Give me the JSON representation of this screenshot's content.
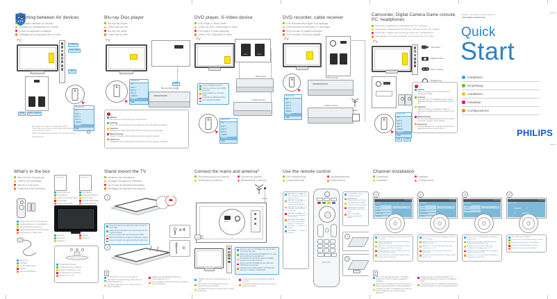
{
  "cover": {
    "register_line1": "Register your product and get support at",
    "register_line2": "www.philips.com/welcome",
    "quick": "Quick",
    "start": "Start",
    "languages": [
      {
        "c": "#29aae1",
        "t": "Installation"
      },
      {
        "c": "#76b82a",
        "t": "Einstellung"
      },
      {
        "c": "#f2c500",
        "t": "Installation"
      },
      {
        "c": "#e5007d",
        "t": "Installatie"
      },
      {
        "c": "#f08a00",
        "t": "Configurazione"
      }
    ],
    "brand": "PHILIPS"
  },
  "source_list": {
    "title": "Source list",
    "items": [
      "TV",
      "EXT 1",
      "EXT 2",
      "EXT 3",
      "HDMI 1",
      "HDMI 2",
      "Side"
    ]
  },
  "av": {
    "title": "Switching between AV devices",
    "langs": [
      {
        "c": "#76b82a",
        "t": "Umschalten zwischen AV-Geräten"
      },
      {
        "c": "#f2c500",
        "t": "Passage d'un périphérique AV à l'autre"
      },
      {
        "c": "#e5007d",
        "t": "Tussen AV-apparaten schakelen"
      },
      {
        "c": "#f08a00",
        "t": "Passaggio da un dispositivo AV a un altro"
      }
    ],
    "tv_label": "TV",
    "port_chips": [
      "S-VIDEO",
      "SIDE HDMI",
      "YPbPr"
    ],
    "rear_chips": [
      "HDMI",
      "EXT 1 · EXT 2"
    ],
    "legal_line1": "Specifications are subject to change without notice.",
    "legal_line2": "Trademarks are the property of Koninklijke Philips Electronics N.V. or their respective owners.",
    "legal_line3": "2008 © Koninklijke Philips Electronics N.V. All rights reserved.",
    "site": "www.philips.com"
  },
  "bluray": {
    "title": "Blu-ray Disc player",
    "langs": [
      {
        "c": "#76b82a",
        "t": "Blu-ray Disc-Player"
      },
      {
        "c": "#f2c500",
        "t": "Lecteur Blu-ray Disc"
      },
      {
        "c": "#e5007d",
        "t": "Blu-ray Disc-speler"
      },
      {
        "c": "#f08a00",
        "t": "Lettore Blu-ray Disc"
      }
    ],
    "tv_label": "TV",
    "hdmi_chip": "HDMI",
    "device_label": "Blu-ray Disc player",
    "notes": [
      {
        "c": "#29aae1",
        "h": "Caution",
        "t": "Disconnect the mains before you connect devices."
      },
      {
        "c": "#76b82a",
        "h": "Achtung",
        "t": "Ziehen Sie den Netzstecker aus der Steckdose, bevor Sie Geräte anschließen."
      },
      {
        "c": "#f2c500",
        "h": "Attention",
        "t": "Débranchez le câble d'alimentation avant de connecter les périphériques."
      },
      {
        "c": "#e5007d",
        "h": "Waarschuwing",
        "t": "Haal de TV-stekker uit het stopcontact voordat u apparaten aansluit."
      },
      {
        "c": "#f08a00",
        "h": "Attenzione",
        "t": "Scollegare il cavo di alimentazione del televisore prima di collegare i dispositivi."
      }
    ]
  },
  "dvd": {
    "title": "DVD player, S-Video device",
    "langs": [
      {
        "c": "#76b82a",
        "t": "DVD-Player, S-Video-Gerät"
      },
      {
        "c": "#f2c500",
        "t": "Lecteur de DVD, Périphérique S-Video"
      },
      {
        "c": "#e5007d",
        "t": "DVD-speler, S-Video-apparaat"
      },
      {
        "c": "#f08a00",
        "t": "Lettore DVD, Dispositivo S-Video"
      }
    ],
    "tv_label": "TV",
    "ext1": "EXT 1",
    "ext2": "EXT 2",
    "device1": "DVD player",
    "device2": "S-Video device",
    "hdmi_notes": [
      {
        "c": "#29aae1",
        "t": "Or use an HDMI connection"
      },
      {
        "c": "#76b82a",
        "t": "Oder Sie verwenden einen HDMI-Anschluss"
      },
      {
        "c": "#f2c500",
        "t": "Ou bien utilisez une connexion HDMI"
      },
      {
        "c": "#e5007d",
        "t": "Of gebruik een HDMI-aansluiting"
      },
      {
        "c": "#f08a00",
        "t": "O un collegamento HDMI"
      }
    ]
  },
  "recorder": {
    "title": "DVD recorder, cable receiver",
    "langs": [
      {
        "c": "#76b82a",
        "t": "DVD-Recorder und Digital-TV-Empfänger"
      },
      {
        "c": "#f2c500",
        "t": "DVD-Recorder et Récepteur TV numérique"
      },
      {
        "c": "#e5007d",
        "t": "DVD-recorder en digitale ontvanger"
      },
      {
        "c": "#f08a00",
        "t": "DVD recorder e Ricevitore digitale"
      }
    ],
    "tv_label": "TV",
    "device1": "DVD recorder",
    "device2": "Cable receiver",
    "cable_label": "Cable"
  },
  "camcorder": {
    "title_line1": "Camcorder, Digital Camera Game console,",
    "title_line2": "PC, headphones",
    "langs": [
      {
        "c": "#76b82a",
        "t": "Camcorder, Digitalkamera, Spielekonsole, PC, Kopfhörer"
      },
      {
        "c": "#f2c500",
        "t": "Caméscope, Appareil photo numérique, Console de jeux, PC, casque"
      },
      {
        "c": "#e5007d",
        "t": "Camcorder, Digitale camera, Gameconsole, PC, hoofdtelefoons"
      },
      {
        "c": "#f08a00",
        "t": "Videocamera, Fotocamera digitale, Console di gioco, PC, cuffie"
      }
    ],
    "tv_label": "TV",
    "devices": [
      "Camcorder",
      "Digital Camera",
      "Game console",
      "Headphones"
    ],
    "side_chips": [
      "Side",
      "HDMI"
    ],
    "notes": [
      {
        "c": "#29aae1",
        "h": "Caution",
        "t": "Before connecting a PC, set the PC monitor refresh rate to 60Hz."
      },
      {
        "c": "#76b82a",
        "h": "Achtung",
        "t": "Bevor Sie einen PC anschließen, stellen Sie die Bildwiederholfrequenz des PC-Monitors auf 60 Hz ein."
      },
      {
        "c": "#f2c500",
        "h": "Attention",
        "t": "Avant de connecter un ordinateur, réglez la fréquence de rafraîchissement du moniteur sur 60 Hz."
      },
      {
        "c": "#e5007d",
        "h": "Waarschuwing",
        "t": "Stel de vernieuwingsfrequentie van de PC-monitor in op 60 Hz voordat u de PC aansluit."
      },
      {
        "c": "#f08a00",
        "h": "Attenzione",
        "t": "Prima di collegare il PC, impostare la frequenza di aggiornamento del monitor su 60 Hz."
      }
    ]
  },
  "box": {
    "title": "What's in the box",
    "langs": [
      {
        "c": "#76b82a",
        "t": "Was ist in der Verpackung"
      },
      {
        "c": "#f2c500",
        "t": "Contenu de l'emballage"
      },
      {
        "c": "#e5007d",
        "t": "Wat zit er in de doos"
      },
      {
        "c": "#f08a00",
        "t": "Contenuto della confezione"
      }
    ],
    "qsg_cover": "Quick Start",
    "manual_cover": "User Manual",
    "qsg_labels": [
      {
        "c": "#29aae1",
        "t": "Quick Start Guide"
      },
      {
        "c": "#76b82a",
        "t": "Kurzanleitung"
      },
      {
        "c": "#f2c500",
        "t": "Guide de démarrage rapide"
      },
      {
        "c": "#e5007d",
        "t": "Snelstartgids"
      },
      {
        "c": "#f08a00",
        "t": "Guida di avvio rapido"
      }
    ],
    "manual_labels": [
      {
        "c": "#29aae1",
        "t": "User Manual"
      },
      {
        "c": "#76b82a",
        "t": "Bedienungsanleitung"
      },
      {
        "c": "#f2c500",
        "t": "Mode d'emploi"
      },
      {
        "c": "#e5007d",
        "t": "Gebruikershandleiding"
      },
      {
        "c": "#f08a00",
        "t": "Manuale dell'utente"
      }
    ],
    "remote_labels": [
      {
        "c": "#29aae1",
        "t": "Remote control and 2 x AAA batteries"
      },
      {
        "c": "#76b82a",
        "t": "Fernbedienung und 2 x AAA-Batterien"
      },
      {
        "c": "#f2c500",
        "t": "Télécommande et 2 piles AAA"
      },
      {
        "c": "#e5007d",
        "t": "Afstandsbediening met 2 AAA-batterijen"
      },
      {
        "c": "#f08a00",
        "t": "Telecomando e 2 batterie AAA"
      }
    ],
    "tv_labels_col1": [
      {
        "c": "#29aae1",
        "t": "Television"
      },
      {
        "c": "#76b82a",
        "t": "Fernseher"
      },
      {
        "c": "#f2c500",
        "t": "Téléviseur"
      }
    ],
    "tv_labels_col2": [
      {
        "c": "#e5007d",
        "t": "Televisie"
      },
      {
        "c": "#f08a00",
        "t": "Televisore"
      }
    ],
    "cord_labels": [
      {
        "c": "#29aae1",
        "t": "Mains cord"
      },
      {
        "c": "#76b82a",
        "t": "Netzkabel"
      },
      {
        "c": "#f2c500",
        "t": "Cordon d'alimentation"
      },
      {
        "c": "#e5007d",
        "t": "Netsnoer"
      },
      {
        "c": "#f08a00",
        "t": "Cavo di alimentazione"
      }
    ],
    "stand_labels": [
      {
        "c": "#29aae1",
        "t": "TV stand and 4 screws"
      },
      {
        "c": "#76b82a",
        "t": "TV-Standfuß und 4 Schrauben"
      },
      {
        "c": "#f2c500",
        "t": "Support du téléviseur et 4 vis"
      },
      {
        "c": "#e5007d",
        "t": "TV-standaard en 4 schroeven"
      },
      {
        "c": "#f08a00",
        "t": "Supporto TV e 4 viti"
      }
    ]
  },
  "stand": {
    "title": "Stand mount the TV",
    "langs": [
      {
        "c": "#76b82a",
        "t": "Montieren des Standfußes"
      },
      {
        "c": "#f2c500",
        "t": "Montage du support du téléviseur"
      },
      {
        "c": "#e5007d",
        "t": "De TV aan de standaard bevestigen"
      },
      {
        "c": "#f08a00",
        "t": "Montaggio del televisore sul supporto"
      }
    ],
    "step1": "1",
    "step2": "2",
    "screws": "x 4",
    "notes": [
      {
        "c": "#29aae1",
        "t": "Insert the stand into the slots on the bottom of the TV until it locks"
      },
      {
        "c": "#76b82a",
        "t": "Setzen Sie den Standfuß in die Aussparungen ein, bis er hörbar einrastet"
      },
      {
        "c": "#f2c500",
        "t": "Insérez le support dans les fentes jusqu'au déclic"
      },
      {
        "c": "#e5007d",
        "t": "Schuif de standaard in de sleuven totdat deze vastklikt"
      },
      {
        "c": "#f08a00",
        "t": "Inserire il supporto nelle apposite guide fino allo scatto"
      }
    ],
    "bottom_col1": [
      {
        "c": "#29aae1",
        "t": "To wall mount TV, refer to the User Manual."
      },
      {
        "c": "#76b82a",
        "t": "Informationen zur Wandmontage finden Sie in der Bedienungsanleitung."
      },
      {
        "c": "#f2c500",
        "t": "Pour fixer le téléviseur au mur, reportez-vous au manuel d'utilisation."
      }
    ],
    "bottom_col2": [
      {
        "c": "#e5007d",
        "t": "Raadpleeg de gebruikershandleiding voor wandmontage van de TV."
      },
      {
        "c": "#f08a00",
        "t": "Per il montaggio a parete del televisore, consultare il manuale dell'utente."
      }
    ]
  },
  "mains": {
    "title": "Connect the mains and antenna*",
    "langs_col1": [
      {
        "c": "#76b82a",
        "t": "Stromversorgung und Antenne"
      },
      {
        "c": "#f2c500",
        "t": "Alimentation et antenne"
      }
    ],
    "langs_col2": [
      {
        "c": "#e5007d",
        "t": "Snoeren en antenne"
      },
      {
        "c": "#f08a00",
        "t": "Alimentazione e antenna"
      }
    ],
    "cable_label": "Cable",
    "ac_label": "AC IN",
    "ant_label": "75Ω",
    "notes": [
      {
        "c": "#29aae1",
        "t": "Insert the mains cord (POWER) only after all other connections are made"
      },
      {
        "c": "#76b82a",
        "t": "Stecken Sie das Netzkabel (POWER) erst ein, wenn alle Verbindungen hergestellt sind"
      },
      {
        "c": "#f2c500",
        "t": "Ne branchez le cordon d'alimentation (POWER) qu'après tous les raccordements"
      },
      {
        "c": "#e5007d",
        "t": "Sluit het netsnoer (POWER) pas aan nadat alle verbindingen zijn gemaakt"
      },
      {
        "c": "#f08a00",
        "t": "Collegare il cavo di alimentazione (POWER) solo dopo aver completato i collegamenti"
      }
    ],
    "bottom_col1": [
      {
        "c": "#29aae1",
        "t": "* Position of the AC IN socket according to TV model."
      },
      {
        "c": "#76b82a",
        "t": "* Die Position der AC IN-Buchse ist je nach Fernsehmodell unterschiedlich."
      },
      {
        "c": "#f2c500",
        "t": "* La position de la prise AC IN varie selon le modèle de téléviseur."
      }
    ],
    "bottom_col2": [
      {
        "c": "#e5007d",
        "t": "* Locatie van de AC IN-aansluiting verschilt per TV-model."
      },
      {
        "c": "#f08a00",
        "t": "* La posizione della presa AC IN varia in base al modello di televisore."
      }
    ]
  },
  "remote": {
    "title": "Use the remote control",
    "langs_col1": [
      {
        "c": "#76b82a",
        "t": "Die Fernbedienung"
      },
      {
        "c": "#f2c500",
        "t": "La télécommande"
      }
    ],
    "langs_col2": [
      {
        "c": "#e5007d",
        "t": "Afstandsbediening"
      },
      {
        "c": "#f08a00",
        "t": "Il telecomando"
      }
    ],
    "left_notes": [
      {
        "c": "#29aae1",
        "t": "NAVIGATION ▲▼◀▶ and OK: navigate the menus and confirm a choice"
      },
      {
        "c": "#76b82a",
        "t": "NAVIGATION ▲▼◀▶ und OK: durch die Menüs navigieren und bestätigen"
      },
      {
        "c": "#f2c500",
        "t": "NAVIGATION ▲▼◀▶ et OK : naviguer dans les menus et confirmer"
      },
      {
        "c": "#e5007d",
        "t": "NAVIGATIE ▲▼◀▶ en OK: door de menu's navigeren en bevestigen"
      },
      {
        "c": "#f08a00",
        "t": "NAVIGAZIONE ▲▼◀▶ e OK: consente di spostarsi nei menu e confermare"
      },
      {
        "c": "#29aae1",
        "t": "VOLUME + / − : adjust the volume"
      },
      {
        "c": "#29aae1",
        "t": "PROGRAM + / − : switch TV channels"
      }
    ],
    "right_notes": [
      {
        "c": "#29aae1",
        "t": "COLOUR KEYS: direct selection of options"
      },
      {
        "c": "#76b82a",
        "t": "FARBTASTEN: Direktauswahl von Optionen"
      },
      {
        "c": "#f2c500",
        "t": "TOUCHES DE COULEUR : sélection directe des options"
      },
      {
        "c": "#e5007d",
        "t": "GEKLEURDE TOETSEN: rechtstreekse selectie van opties"
      },
      {
        "c": "#f08a00",
        "t": "TASTI COLORATI: selezione diretta delle opzioni"
      }
    ],
    "brand": "PHILIPS",
    "battery_step1": "1",
    "battery_step2": "2"
  },
  "channels": {
    "title": "Channel installation",
    "langs_col1": [
      {
        "c": "#76b82a",
        "t": "Einstellung"
      },
      {
        "c": "#f2c500",
        "t": "Installation"
      }
    ],
    "langs_col2": [
      {
        "c": "#e5007d",
        "t": "Installatie"
      },
      {
        "c": "#f08a00",
        "t": "Configurazione"
      }
    ],
    "brand": "PHILIPS",
    "steps": [
      {
        "num": "1",
        "menu_title": "Country",
        "menu_rows": [
          "Austria",
          "Belgium",
          "Croatia",
          "Czech Rep.",
          "Denmark",
          "Finland"
        ],
        "menu_hint": "Press OK to continue",
        "bullets": [
          {
            "c": "#29aae1",
            "t": "Press Menu to select your country and press OK to continue."
          },
          {
            "c": "#76b82a",
            "t": "Wählen Sie mit Menu Ihr Land aus und drücken Sie anschließend OK."
          },
          {
            "c": "#f2c500",
            "t": "Appuyez sur Menu pour sélectionner votre pays, puis appuyez sur OK pour continuer."
          },
          {
            "c": "#e5007d",
            "t": "Druk op Menu om uw land te selecteren en druk op OK om verder te gaan."
          },
          {
            "c": "#f08a00",
            "t": "Premere Menu per selezionare il paese, quindi premere OK per continuare."
          }
        ]
      },
      {
        "num": "2",
        "menu_title": "Language",
        "menu_rows": [
          "English",
          "Deutsch",
          "Français",
          "Nederlands",
          "Italiano",
          "Español"
        ],
        "menu_hint": "Press OK to continue",
        "bullets": [
          {
            "c": "#29aae1",
            "t": "Press ▲ or ▼ to select your language and press OK to continue."
          },
          {
            "c": "#76b82a",
            "t": "Wählen Sie mit ▲ oder ▼ Ihre Sprache aus und drücken Sie OK."
          },
          {
            "c": "#f2c500",
            "t": "Appuyez sur ▲ ou ▼ pour sélectionner votre langue, puis sur OK."
          },
          {
            "c": "#e5007d",
            "t": "Druk op ▲ of ▼ om uw taal te selecteren en druk op OK."
          },
          {
            "c": "#f08a00",
            "t": "Premere ▲ o ▼ per selezionare la lingua, quindi premere OK."
          }
        ]
      },
      {
        "num": "3",
        "menu_title": "Installation",
        "menu_rows": [
          "Language",
          "Country",
          "Channels"
        ],
        "menu_hint": "Automatic installation",
        "bullets": [
          {
            "c": "#29aae1",
            "t": "Press ▲ or ▼ to select Automatic installation and press OK."
          },
          {
            "c": "#76b82a",
            "t": "Wählen Sie mit ▲ oder ▼ die automatische Einstellung und drücken Sie OK."
          },
          {
            "c": "#f2c500",
            "t": "Appuyez sur ▲ ou ▼ pour sélectionner l'installation automatique, puis sur OK."
          },
          {
            "c": "#e5007d",
            "t": "Druk op ▲ of ▼ om automatische installatie te selecteren en druk op OK."
          },
          {
            "c": "#f08a00",
            "t": "Premere ▲ o ▼ per selezionare l'installazione automatica e premere OK."
          }
        ]
      },
      {
        "num": "4",
        "menu_title": "Auto. install",
        "progress_label": "Progress",
        "progress_value": "2",
        "found_label": "TV",
        "found_value": "Searching",
        "bullets": [
          {
            "c": "#29aae1",
            "t": "Press OK to start installation."
          },
          {
            "c": "#76b82a",
            "t": "Drücken Sie OK, um die Einstellung zu starten."
          },
          {
            "c": "#f2c500",
            "t": "Appuyez sur OK pour lancer l'installation."
          },
          {
            "c": "#e5007d",
            "t": "Druk op OK om de installatie te starten."
          },
          {
            "c": "#f08a00",
            "t": "Premere OK per avviare l'installazione."
          }
        ]
      }
    ],
    "bottom_col1": [
      {
        "c": "#29aae1",
        "t": "Refer to the User Manual section 7.3 Installing channels for the list of countries available for installation."
      },
      {
        "c": "#76b82a",
        "t": "Eine Liste der verfügbaren Länder finden Sie in der Bedienungsanleitung unter 7.3 Senderinstallation."
      },
      {
        "c": "#f2c500",
        "t": "Consultez la section 7.3 Installation des chaînes du manuel d'utilisation pour la liste des pays disponibles."
      }
    ],
    "bottom_col2": [
      {
        "c": "#e5007d",
        "t": "Raadpleeg sectie 7.3 Zenders installeren in de gebruikershandleiding voor de lijst met beschikbare landen."
      },
      {
        "c": "#f08a00",
        "t": "Consultare la sezione 7.3 Installazione dei canali del manuale dell'utente per l'elenco dei paesi disponibili."
      }
    ]
  }
}
